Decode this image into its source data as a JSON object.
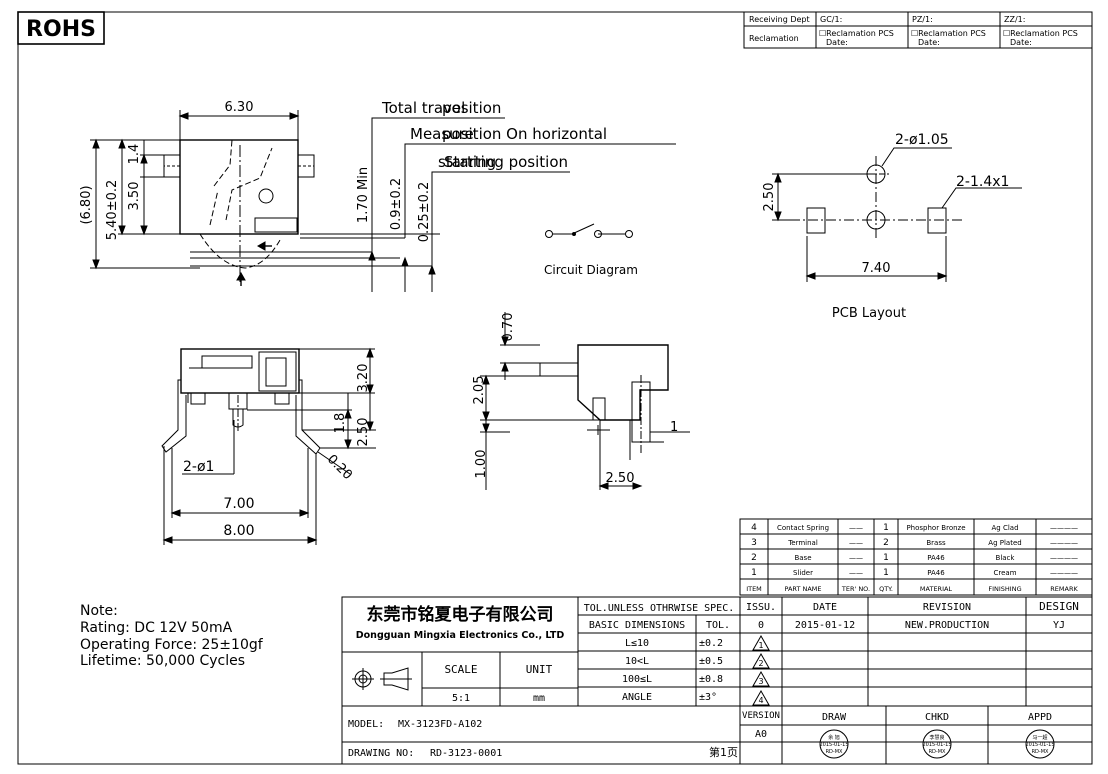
{
  "rohs": "ROHS",
  "receiving": {
    "r1": [
      "Receiving Dept",
      "GC/1:",
      "PZ/1:",
      "ZZ/1:"
    ],
    "r2_label": "Reclamation",
    "r2_cell_a": "☐Reclamation PCS",
    "r2_cell_b": "Date:"
  },
  "dims": {
    "w630": "6.30",
    "total_travel": "Total travel",
    "position": "position",
    "measure": "Measure",
    "position_on_horizontal": "position On horizontal",
    "starting": "starting",
    "starting_position": "Starting position",
    "d680": "(6.80)",
    "d540": "5.40±0.2",
    "d14": "1.4",
    "d350": "3.50",
    "d170": "1.70 Min",
    "d09": "0.9±0.2",
    "d025": "0.25±0.2",
    "circuit_diagram": "Circuit Diagram",
    "hole": "2-ø1.05",
    "pad": "2-1.4x1",
    "d250pcb": "2.50",
    "d740": "7.40",
    "pcb_layout": "PCB Layout",
    "d320": "3.20",
    "d18": "1.8",
    "d250b": "2.50",
    "d020": "0.20",
    "peg": "2-ø1",
    "d700": "7.00",
    "d800": "8.00",
    "d070": "0.70",
    "d205": "2.05",
    "d1": "1",
    "d100": "1.00",
    "d250c": "2.50"
  },
  "notes": [
    "Note:",
    "Rating: DC 12V 50mA",
    "Operating Force: 25±10gf",
    "Lifetime:   50,000 Cycles"
  ],
  "bom": {
    "rows": [
      {
        "item": "4",
        "name": "Contact Spring",
        "ter": "——",
        "qty": "1",
        "material": "Phosphor Bronze",
        "finishing": "Ag Clad",
        "remark": "————"
      },
      {
        "item": "3",
        "name": "Terminal",
        "ter": "——",
        "qty": "2",
        "material": "Brass",
        "finishing": "Ag Plated",
        "remark": "————"
      },
      {
        "item": "2",
        "name": "Base",
        "ter": "——",
        "qty": "1",
        "material": "PA46",
        "finishing": "Black",
        "remark": "————"
      },
      {
        "item": "1",
        "name": "Slider",
        "ter": "——",
        "qty": "1",
        "material": "PA46",
        "finishing": "Cream",
        "remark": "————"
      }
    ],
    "header": [
      "ITEM",
      "PART NAME",
      "TER' NO.",
      "QTY.",
      "MATERIAL",
      "FINISHING",
      "REMARK"
    ]
  },
  "title_block": {
    "company_cn": "东莞市铭夏电子有限公司",
    "company_en": "Dongguan Mingxia Electronics Co., LTD",
    "tol_header": "TOL.UNLESS OTHRWISE SPEC.",
    "basic_dim": "BASIC DIMENSIONS",
    "tol": "TOL.",
    "tol_rows": [
      [
        "L≤10",
        "±0.2"
      ],
      [
        "10<L",
        "±0.5"
      ],
      [
        "100≤L",
        "±0.8"
      ],
      [
        "ANGLE",
        "±3°"
      ]
    ],
    "scale_label": "SCALE",
    "unit_label": "UNIT",
    "scale_value": "5:1",
    "unit_value": "mm",
    "model_label": "MODEL:",
    "model_value": "MX-3123FD-A102",
    "drawing_label": "DRAWING NO:",
    "drawing_value": "RD-3123-0001",
    "page": "第1页",
    "rev_header": [
      "ISSU.",
      "DATE",
      "REVISION",
      "DESIGN"
    ],
    "rev_row": [
      "0",
      "2015-01-12",
      "NEW.PRODUCTION",
      "YJ"
    ],
    "rev_symbols": [
      "1",
      "2",
      "3",
      "4"
    ],
    "version_label": "VERSION",
    "version_value": "A0",
    "sign_header": [
      "DRAW",
      "CHKD",
      "APPD"
    ],
    "stamps": [
      {
        "name": "余 旭",
        "date": "2015-01-15",
        "dept": "RD-MX"
      },
      {
        "name": "李慧良",
        "date": "2015-01-15",
        "dept": "RD-MX"
      },
      {
        "name": "马一超",
        "date": "2015-01-15",
        "dept": "RD-MX"
      }
    ]
  }
}
